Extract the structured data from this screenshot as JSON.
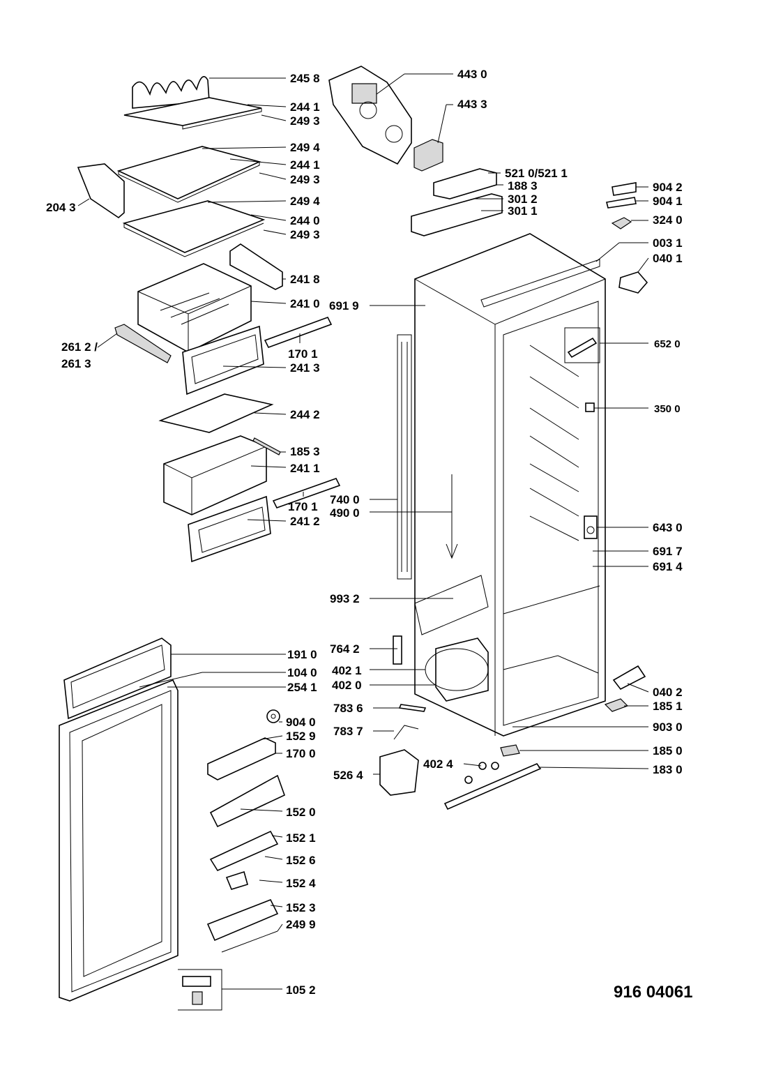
{
  "drawing_number": "916 04061",
  "labels": [
    "245 8",
    "244 1",
    "249 3",
    "249 4",
    "244 1",
    "249 3",
    "204 3",
    "249 4",
    "244 0",
    "249 3",
    "241 8",
    "241 0",
    "261 2 /",
    "261 3",
    "170 1",
    "241 3",
    "244 2",
    "185 3",
    "241 1",
    "170 1",
    "241 2",
    "443 0",
    "443 3",
    "521 0/521 1",
    "188 3",
    "301 2",
    "301 1",
    "904 2",
    "904 1",
    "324 0",
    "003 1",
    "040 1",
    "691 9",
    "652 0",
    "350 0",
    "740 0",
    "490 0",
    "643 0",
    "691 7",
    "691 4",
    "993 2",
    "191 0",
    "104 0",
    "254 1",
    "764 2",
    "402 1",
    "402 0",
    "040 2",
    "185 1",
    "904 0",
    "152 9",
    "170 0",
    "783 6",
    "783 7",
    "903 0",
    "185 0",
    "402 4",
    "526 4",
    "183 0",
    "152 0",
    "152 1",
    "152 6",
    "152 4",
    "152 3",
    "249 9",
    "105 2"
  ]
}
